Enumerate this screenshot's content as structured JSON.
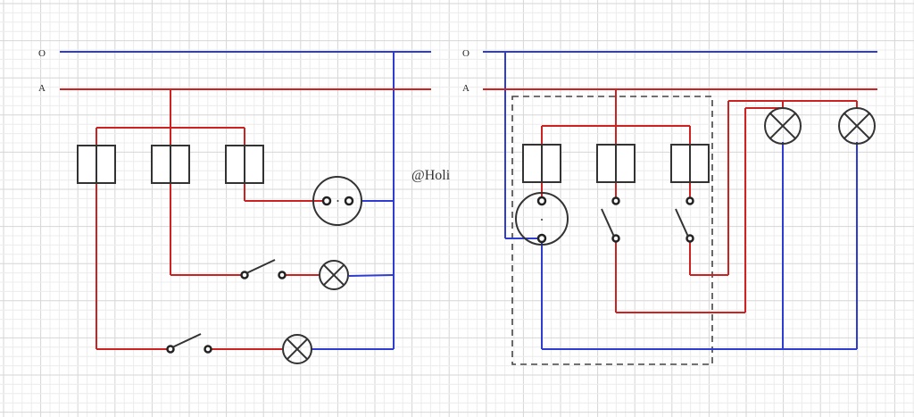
{
  "diagram": {
    "left": {
      "neutral_label": "O",
      "phase_label": "A"
    },
    "right": {
      "neutral_label": "O",
      "phase_label": "A"
    },
    "watermark": "@Holi"
  },
  "colors": {
    "phase_wire": "#cc2222",
    "neutral_wire": "#2e3ccf",
    "component": "#333333",
    "grid_minor": "#ececec",
    "grid_major": "#d6d6d6"
  }
}
